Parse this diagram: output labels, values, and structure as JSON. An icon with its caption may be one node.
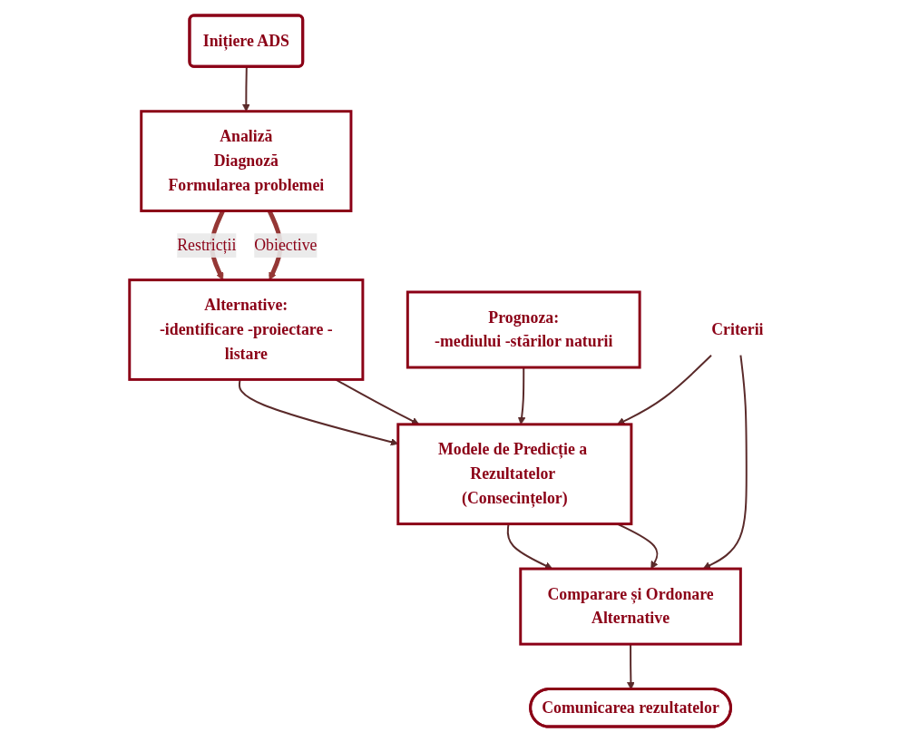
{
  "diagram": {
    "nodes": [
      {
        "text": [
          "Inițiere ADS"
        ]
      },
      {
        "text": [
          "Analiză",
          "Diagnoză",
          "Formularea problemei"
        ]
      },
      {
        "text": [
          "Alternative:",
          "-identificare -proiectare -listare"
        ]
      },
      {
        "text": [
          "Modele de Predicție a Rezultatelor (Consecințelor)"
        ]
      },
      {
        "text": [
          "Prognoza:",
          "-mediului -stărilor naturii"
        ]
      },
      {
        "text": [
          "Criterii"
        ]
      },
      {
        "text": [
          "Comparare și Ordonare",
          "Alternative"
        ]
      },
      {
        "text": [
          "Comunicarea rezultatelor"
        ]
      }
    ],
    "edges": [
      {
        "from": 0,
        "to": 1,
        "arrow": "to"
      },
      {
        "from": 1,
        "to": 2,
        "arrow": "to",
        "label": "Restricții",
        "style": "thick",
        "color": "#953735"
      },
      {
        "from": 1,
        "to": 2,
        "arrow": "to",
        "label": "Obiective",
        "style": "thick",
        "color": "#953735"
      },
      {
        "from": 2,
        "to": 3,
        "arrow": "to"
      },
      {
        "from": 2,
        "to": 3,
        "arrow": "to"
      },
      {
        "from": 4,
        "to": 3,
        "arrow": "to"
      },
      {
        "from": 5,
        "to": 3,
        "arrow": "to"
      },
      {
        "from": 5,
        "to": 6,
        "arrow": "to"
      },
      {
        "from": 3,
        "to": 6,
        "arrow": "to"
      },
      {
        "from": 3,
        "to": 6,
        "arrow": "to"
      },
      {
        "from": 6,
        "to": 7,
        "arrow": "to"
      }
    ]
  }
}
